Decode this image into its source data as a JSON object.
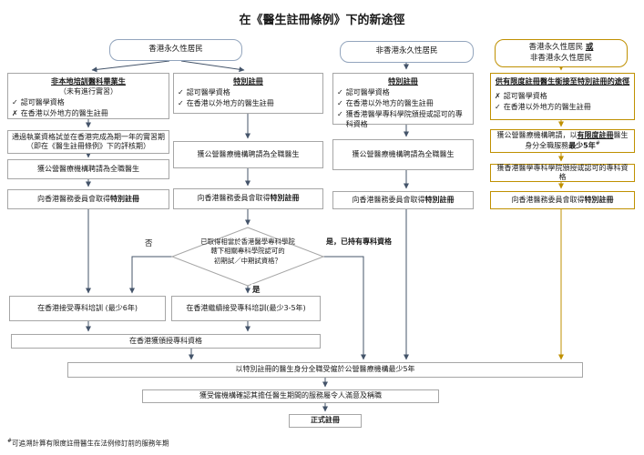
{
  "title": "在《醫生註冊條例》下的新途徑",
  "colors": {
    "line_blue": "#44546A",
    "line_gold": "#BF9000",
    "box_border": "#A6A6A6",
    "header_border": "#93A5BD"
  },
  "headers": {
    "hk_resident": "香港永久性居民",
    "non_hk_resident": "非香港永久性居民",
    "either_l1": "香港永久性居民",
    "either_or": "或",
    "either_l2": "非香港永久性居民"
  },
  "col1": {
    "title": "非本地培訓醫科畢業生",
    "subtitle": "（未有進行實習）",
    "items": [
      {
        "mark": "✓",
        "text": "認可醫學資格"
      },
      {
        "mark": "✗",
        "text": "在香港以外地方的醫生註冊"
      }
    ],
    "step1_line1": "通過執業資格試並在香港完成為期一年的實習期",
    "step1_line2": "（即在《醫生註冊條例》下的評核期）",
    "step2": "獲公營醫療機構聘請為全職醫生",
    "step3_prefix": "向香港醫務委員會取得",
    "step3_bold": "特別註冊"
  },
  "col2": {
    "title": "特別註冊",
    "items": [
      {
        "mark": "✓",
        "text": "認可醫學資格"
      },
      {
        "mark": "✓",
        "text": "在香港以外地方的醫生註冊"
      }
    ],
    "step1": "獲公營醫療機構聘請為全職醫生",
    "step2_prefix": "向香港醫務委員會取得",
    "step2_bold": "特別註冊"
  },
  "col3": {
    "title": "特別註冊",
    "items": [
      {
        "mark": "✓",
        "text": "認可醫學資格"
      },
      {
        "mark": "✓",
        "text": "在香港以外地方的醫生註冊"
      },
      {
        "mark": "✓",
        "text": "獲香港醫學專科學院頒授或認可的專科資格"
      }
    ],
    "step1": "獲公營醫療機構聘請為全職醫生",
    "step2_prefix": "向香港醫務委員會取得",
    "step2_bold": "特別註冊"
  },
  "col4": {
    "title": "供有限度註冊醫生銜接至特別註冊的途徑",
    "items": [
      {
        "mark": "✗",
        "text": "認可醫學資格"
      },
      {
        "mark": "✓",
        "text": "在香港以外地方的醫生註冊"
      }
    ],
    "step1_p1": "獲公營醫療機構聘請，以",
    "step1_bold_u": "有限度註冊",
    "step1_p2": "醫生身分全職服務",
    "step1_bold2": "最少5年",
    "step1_sup": "#",
    "step2": "獲香港醫學專科學院頒授或認可的專科資格",
    "step3_prefix": "向香港醫務委員會取得",
    "step3_bold": "特別註冊"
  },
  "decision": {
    "line1": "已取得相當於香港醫學專科學院",
    "line2": "轄下相關專科學院認可的",
    "line3": "初期試／中期試資格？"
  },
  "labels": {
    "no": "否",
    "yes": "是",
    "yes_specialist": "是，已持有專科資格"
  },
  "bottom": {
    "training6": "在香港接受專科培訓 (最少6年)",
    "training35": "在香港繼續接受專科培訓(最少3-5年)",
    "qualification": "在香港獲頒授專科資格",
    "employed5y": "以特別註冊的醫生身分全職受僱於公營醫療機構最少5年",
    "confirmed": "獲受僱機構確認其擔任醫生期間的服務屬令人滿意及稱職",
    "full_reg": "正式註冊"
  },
  "footnote": {
    "sup": "#",
    "text": "可追溯計算有限度註冊醫生在法例修訂前的服務年期"
  }
}
